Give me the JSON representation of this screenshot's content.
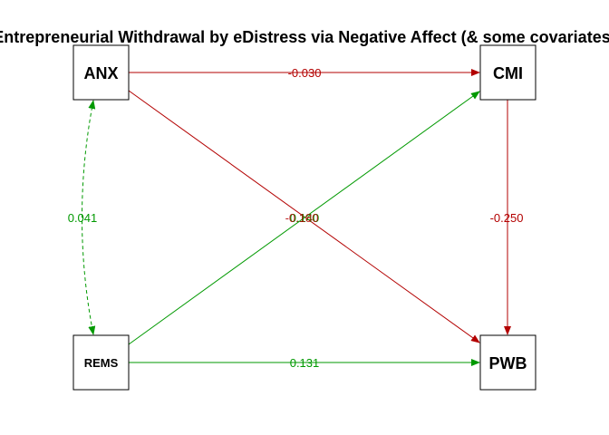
{
  "title": "Entrepreneurial Withdrawal by eDistress via Negative Affect (& some covariates)",
  "colors": {
    "negative": "#b30000",
    "positive": "#009900"
  },
  "nodes": {
    "anx": "ANX",
    "cmi": "CMI",
    "rems": "REMS",
    "pwb": "PWB"
  },
  "edges": {
    "anx_cmi": "-0.030",
    "anx_pwb": "-0.180",
    "rems_cmi": "0.140",
    "cmi_pwb": "-0.250",
    "rems_pwb": "0.131",
    "anx_rems": "0.041"
  }
}
